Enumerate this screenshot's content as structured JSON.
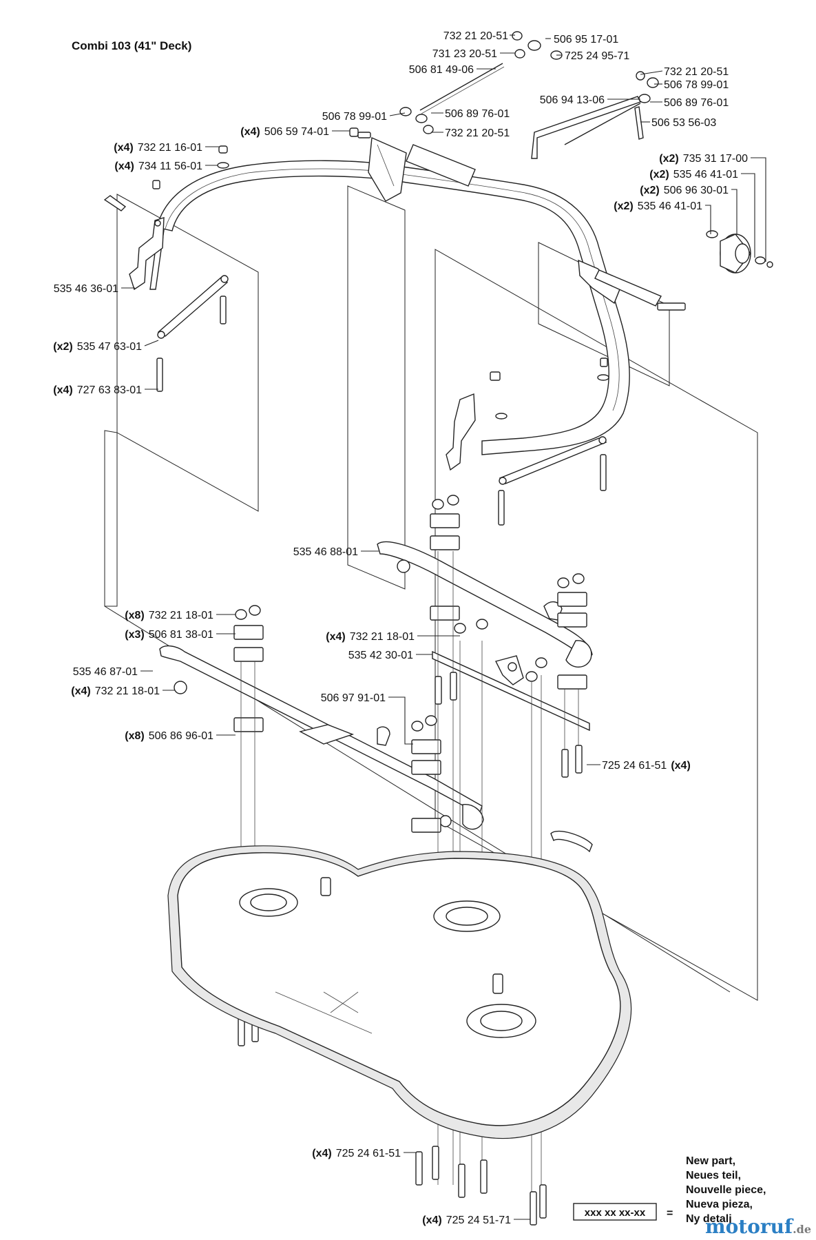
{
  "title": "Combi 103 (41\" Deck)",
  "callouts": [
    {
      "qty": "",
      "part": "732 21 20-51",
      "side": "left"
    },
    {
      "qty": "",
      "part": "506 95 17-01",
      "side": "right"
    },
    {
      "qty": "",
      "part": "731 23 20-51",
      "side": "left"
    },
    {
      "qty": "",
      "part": "725 24 95-71",
      "side": "right"
    },
    {
      "qty": "",
      "part": "506 81 49-06",
      "side": "left"
    },
    {
      "qty": "",
      "part": "732 21 20-51",
      "side": "right"
    },
    {
      "qty": "",
      "part": "506 78 99-01",
      "side": "right"
    },
    {
      "qty": "",
      "part": "506 94 13-06",
      "side": "left"
    },
    {
      "qty": "",
      "part": "506 89 76-01",
      "side": "right"
    },
    {
      "qty": "",
      "part": "506 78 99-01",
      "side": "left"
    },
    {
      "qty": "",
      "part": "506 89 76-01",
      "side": "right"
    },
    {
      "qty": "",
      "part": "506 53 56-03",
      "side": "right"
    },
    {
      "qty": "",
      "part": "732 21 20-51",
      "side": "right"
    },
    {
      "qty": "(x4)",
      "part": "506 59 74-01",
      "side": "left"
    },
    {
      "qty": "(x4)",
      "part": "732 21 16-01",
      "side": "left"
    },
    {
      "qty": "(x4)",
      "part": "734 11 56-01",
      "side": "left"
    },
    {
      "qty": "(x2)",
      "part": "735 31 17-00",
      "side": "left"
    },
    {
      "qty": "(x2)",
      "part": "535 46 41-01",
      "side": "left"
    },
    {
      "qty": "(x2)",
      "part": "506 96 30-01",
      "side": "left"
    },
    {
      "qty": "(x2)",
      "part": "535 46 41-01",
      "side": "left"
    },
    {
      "qty": "",
      "part": "535 46 36-01",
      "side": "left"
    },
    {
      "qty": "(x2)",
      "part": "535 47 63-01",
      "side": "left"
    },
    {
      "qty": "(x4)",
      "part": "727 63 83-01",
      "side": "left"
    },
    {
      "qty": "",
      "part": "535 46 88-01",
      "side": "left"
    },
    {
      "qty": "(x8)",
      "part": "732 21 18-01",
      "side": "left"
    },
    {
      "qty": "(x3)",
      "part": "506 81 38-01",
      "side": "left"
    },
    {
      "qty": "(x4)",
      "part": "732 21 18-01",
      "side": "left"
    },
    {
      "qty": "",
      "part": "535 42 30-01",
      "side": "left"
    },
    {
      "qty": "",
      "part": "535 46 87-01",
      "side": "left"
    },
    {
      "qty": "(x4)",
      "part": "732 21 18-01",
      "side": "left"
    },
    {
      "qty": "",
      "part": "506 97 91-01",
      "side": "left"
    },
    {
      "qty": "(x8)",
      "part": "506 86 96-01",
      "side": "left"
    },
    {
      "qty": "(x4)",
      "part": "725 24 61-51",
      "side": "right"
    },
    {
      "qty": "(x4)",
      "part": "725 24 61-51",
      "side": "left"
    },
    {
      "qty": "(x4)",
      "part": "725 24 51-71",
      "side": "left"
    }
  ],
  "legend": {
    "box_text": "xxx xx xx-xx",
    "equals": "=",
    "lines": [
      "New part,",
      "Neues teil,",
      "Nouvelle piece,",
      "Nueva pieza,",
      "Ny detalj"
    ]
  },
  "brand": {
    "main": "motoruf",
    "suffix": ".de",
    "main_color": "#2b7fc4",
    "dot_color": "#7a7a7a"
  },
  "colors": {
    "line": "#222222",
    "background": "#ffffff"
  }
}
